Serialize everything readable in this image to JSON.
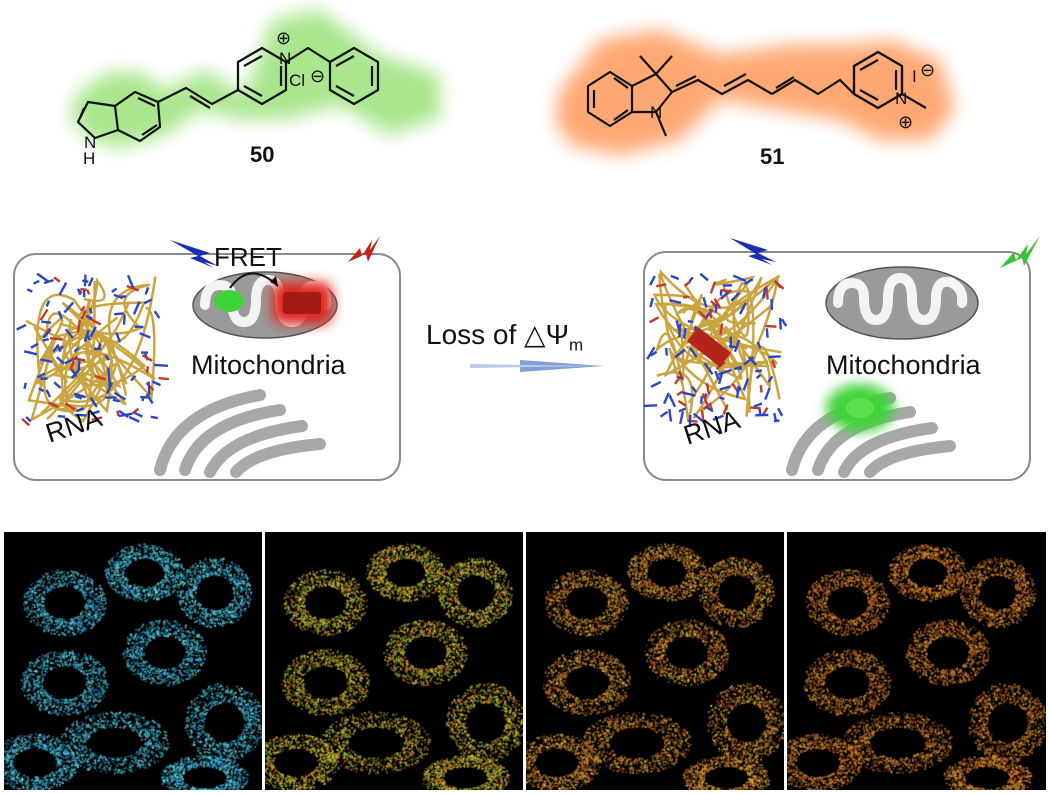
{
  "compounds": [
    {
      "label": "50",
      "glow_color": "#9be27a",
      "counter_ion": "Cl",
      "charge_symbol": "⊕",
      "anion_symbol": "⊖",
      "nh_label": "N",
      "nh_h": "H",
      "ring_n": "N"
    },
    {
      "label": "51",
      "glow_color": "#ff9a5c",
      "counter_ion": "I",
      "charge_symbol": "⊕",
      "anion_symbol": "⊖",
      "ring_n": "N",
      "indoline_n": "N"
    }
  ],
  "cell_left": {
    "fret_label": "FRET",
    "organelle_label": "Mitochondria",
    "rna_label": "RNA"
  },
  "cell_right": {
    "organelle_label": "Mitochondria",
    "rna_label": "RNA"
  },
  "transition": {
    "label": "Loss of △Ψ",
    "subscript": "m"
  },
  "colors": {
    "green_probe": "#3fd33a",
    "red_probe": "#e0261a",
    "lightning_blue": "#1a2fb0",
    "lightning_red": "#c8201a",
    "lightning_green": "#38c23a",
    "cell_border": "#8a8a8a",
    "mito_fill": "#9a9a9a",
    "er_fill": "#a8a8a8"
  },
  "microscopy_panels": [
    {
      "palette": "cyan"
    },
    {
      "palette": "yellow-green"
    },
    {
      "palette": "orange"
    },
    {
      "palette": "orange-red"
    }
  ]
}
